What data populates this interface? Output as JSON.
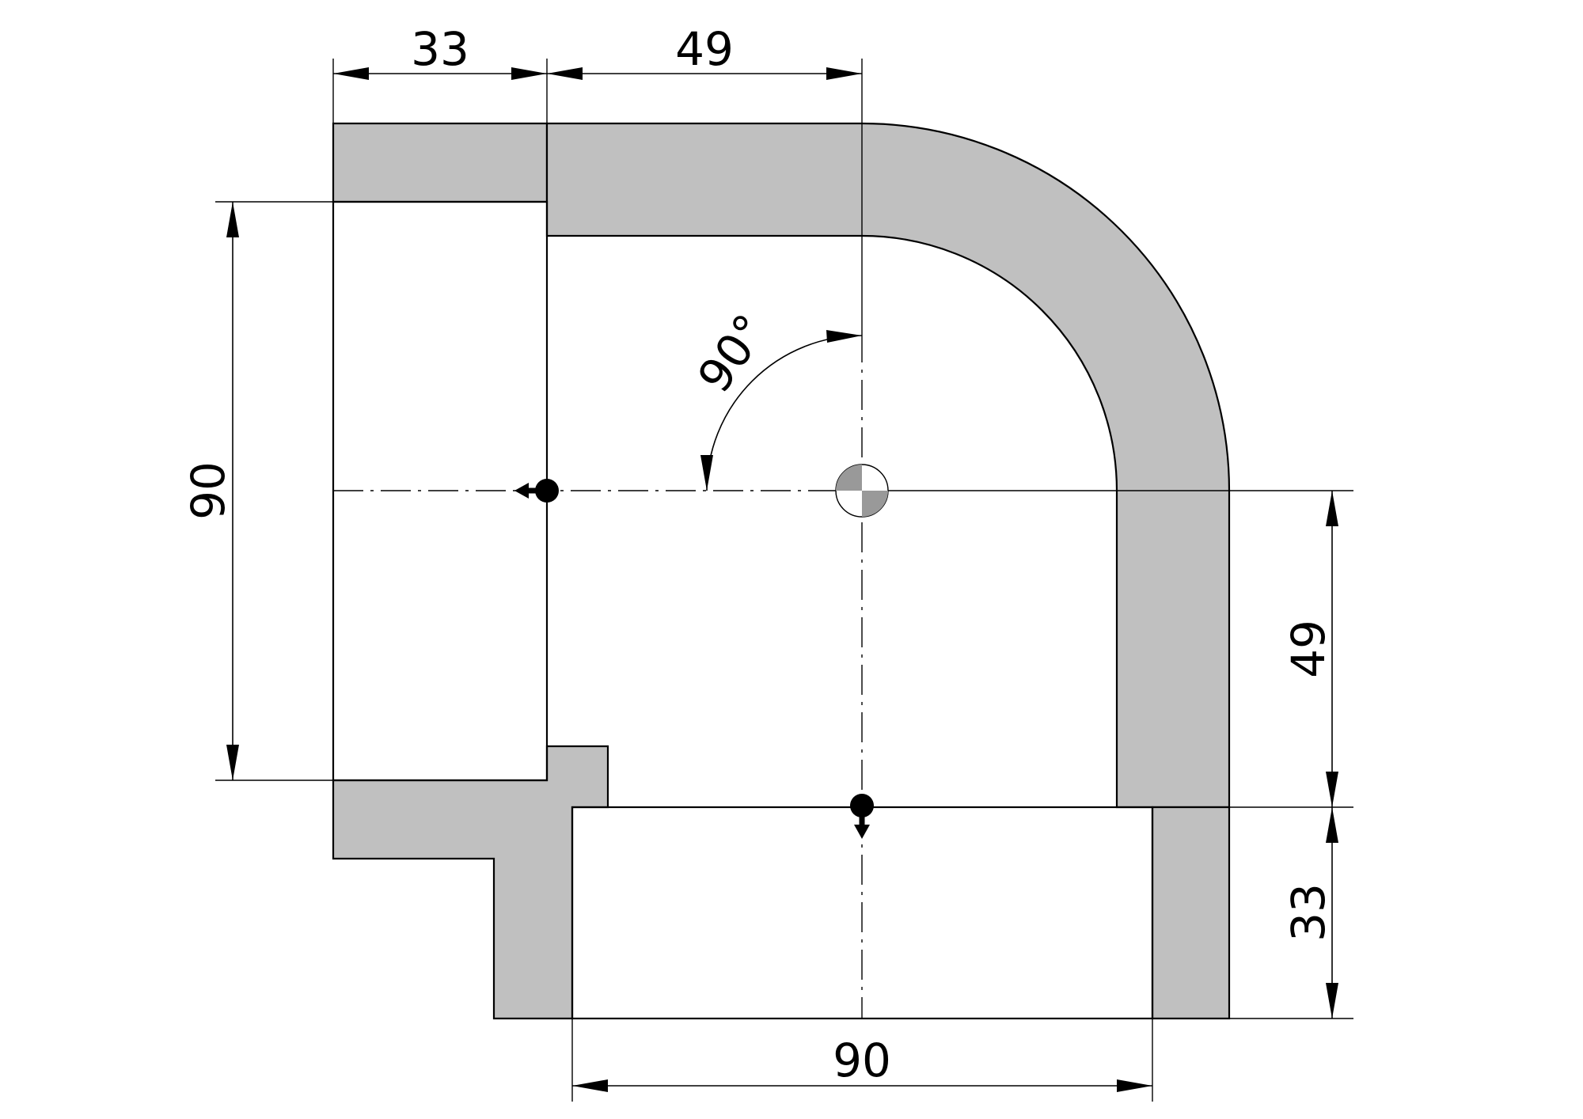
{
  "dimensions": {
    "top_left": "33",
    "top_right": "49",
    "left_height": "90",
    "right_upper": "49",
    "right_lower": "33",
    "bottom_width": "90",
    "angle": "90°"
  },
  "colors": {
    "material": "#c0c0c0",
    "line": "#000000",
    "centroid_dark": "#999999",
    "background": "#ffffff"
  }
}
